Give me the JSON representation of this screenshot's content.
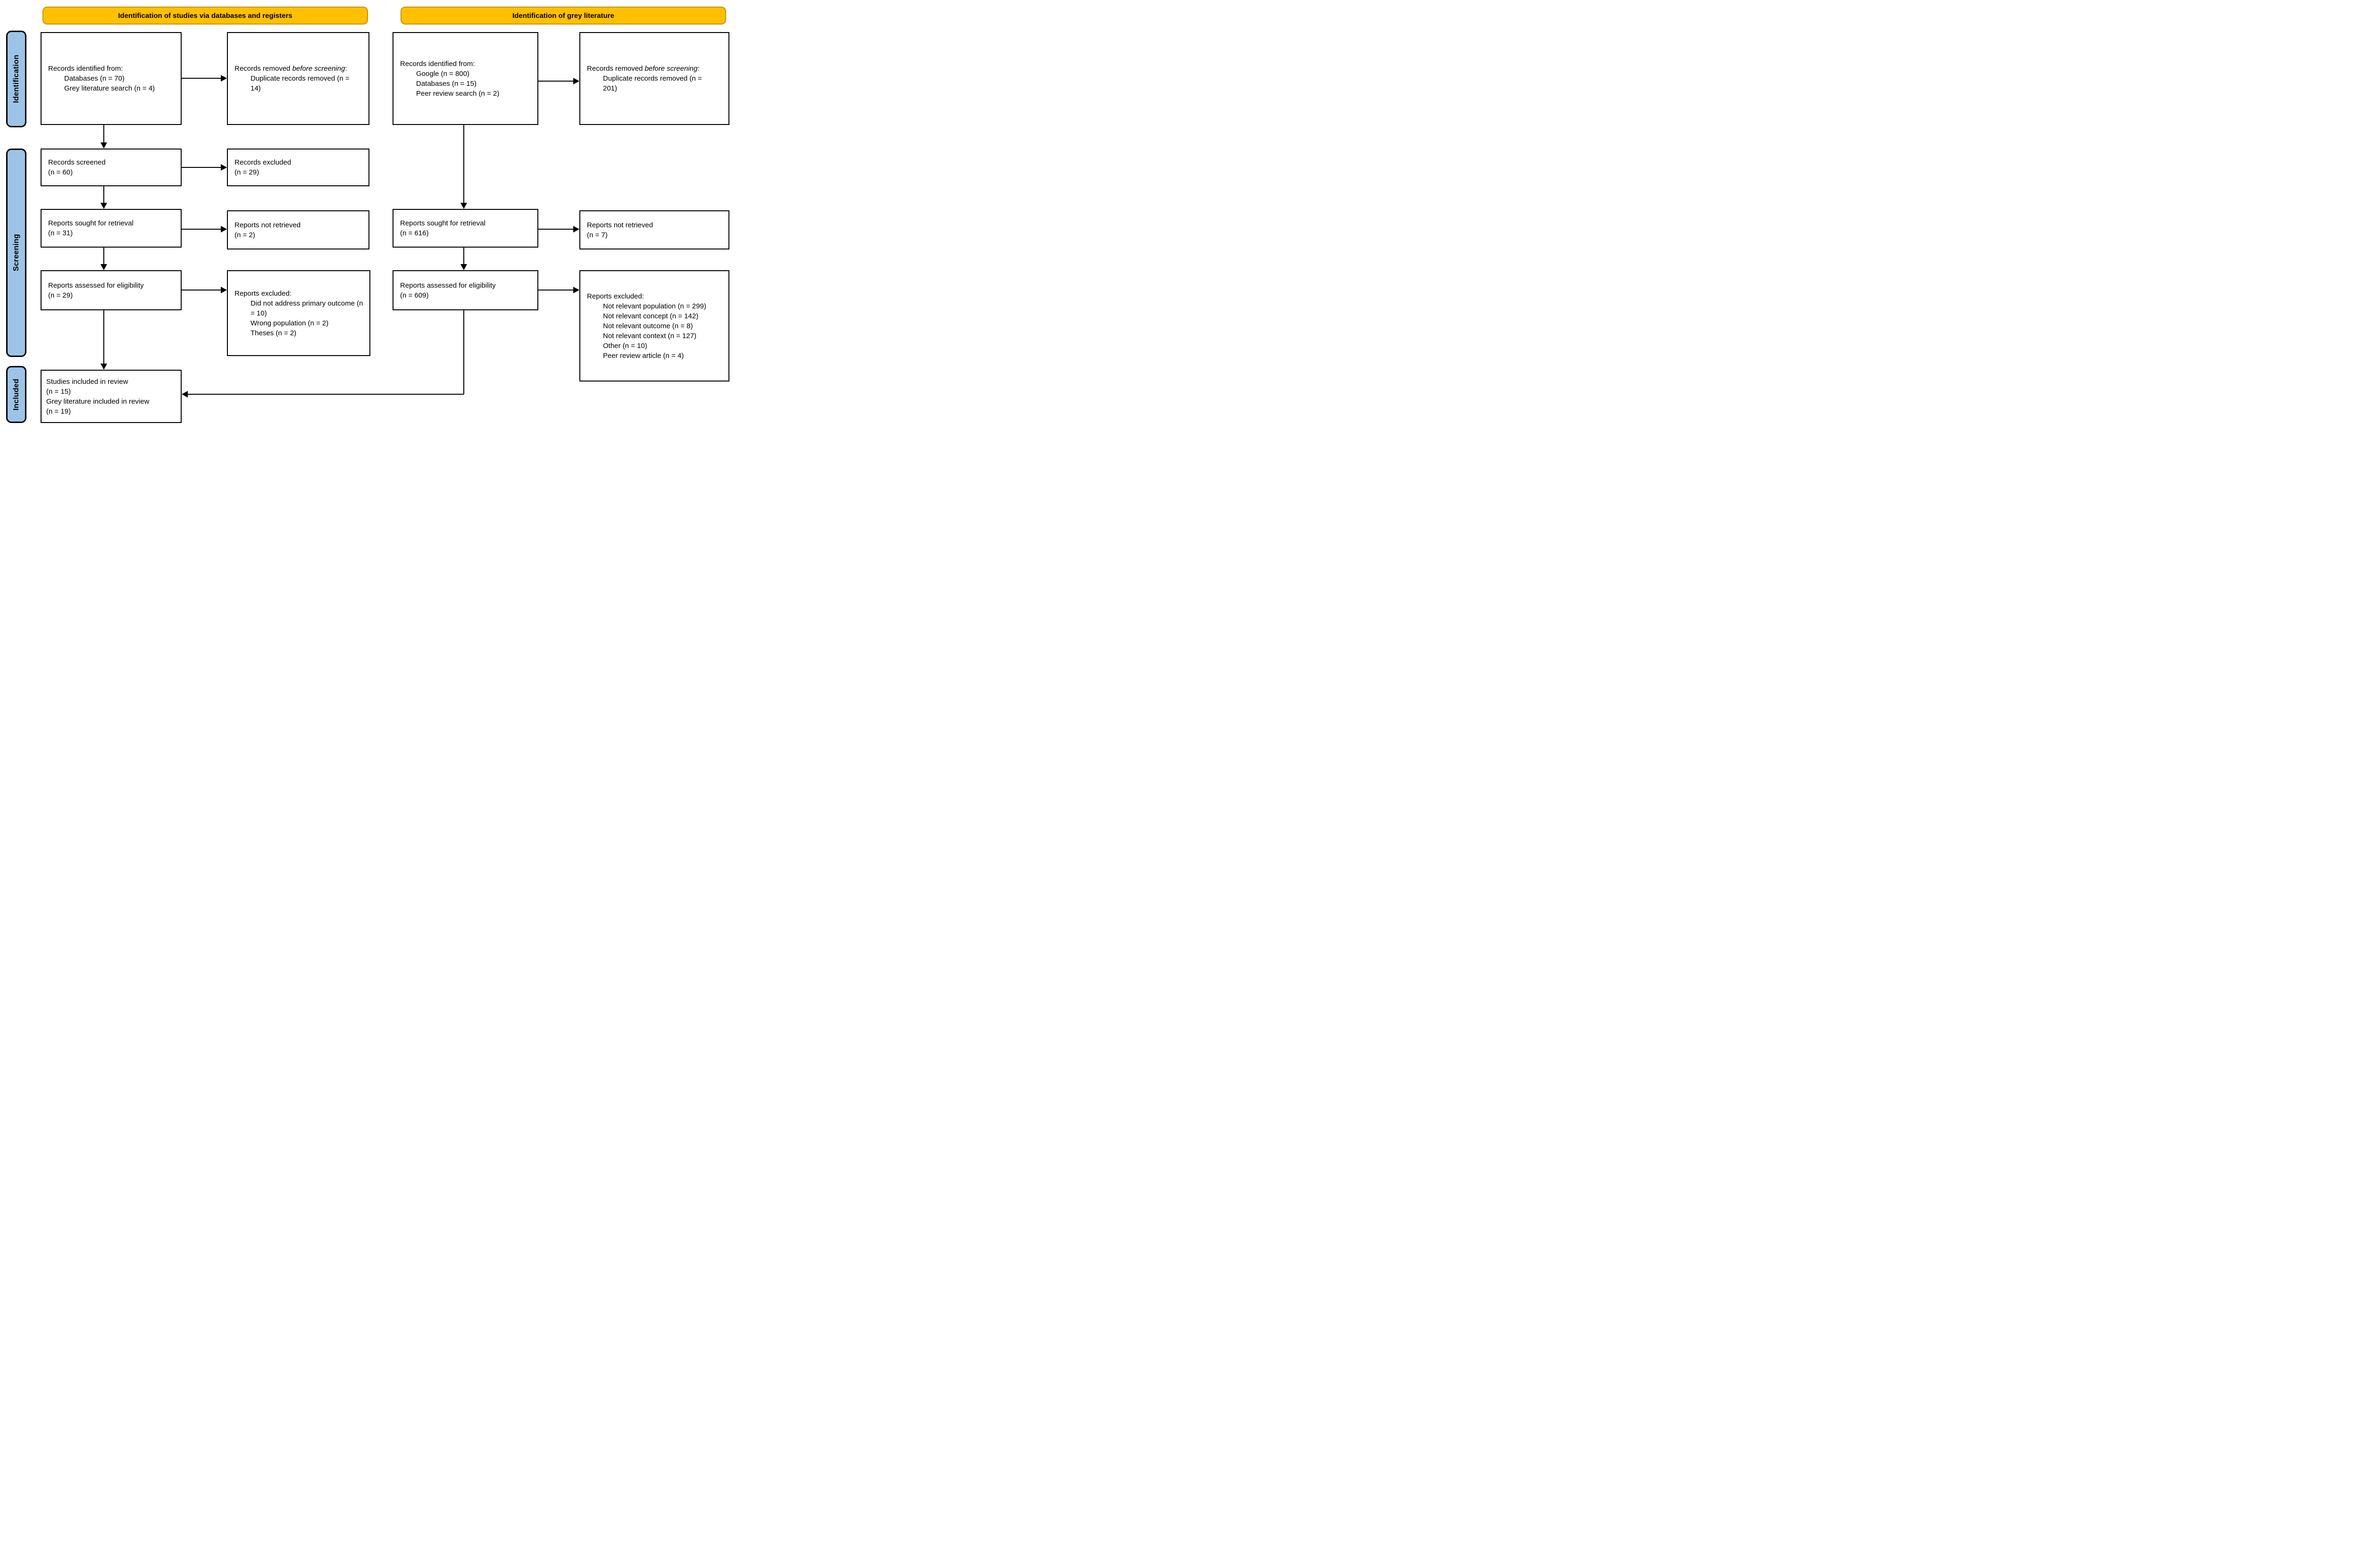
{
  "banners": {
    "databases": "Identification of studies via databases and registers",
    "grey": "Identification of grey literature"
  },
  "stages": {
    "identification": "Identification",
    "screening": "Screening",
    "included": "Included"
  },
  "colors": {
    "banner_fill": "#FFC000",
    "banner_border": "#C79100",
    "stage_fill": "#9DC3E6",
    "box_border": "#000000",
    "background": "#FFFFFF"
  },
  "left_flow": {
    "records_identified": {
      "title": "Records identified from:",
      "items": [
        "Databases (n = 70)",
        "Grey literature search (n = 4)"
      ]
    },
    "records_removed": {
      "prefix": "Records removed ",
      "italic": "before screening",
      "suffix": ":",
      "items": [
        "Duplicate records removed (n = 14)"
      ]
    },
    "records_screened": {
      "line1": "Records screened",
      "line2": "(n = 60)"
    },
    "records_excluded": {
      "line1": "Records excluded",
      "line2": "(n = 29)"
    },
    "reports_sought": {
      "line1": "Reports sought for retrieval",
      "line2": "(n = 31)"
    },
    "reports_not_retrieved": {
      "line1": "Reports not retrieved",
      "line2": "(n = 2)"
    },
    "reports_assessed": {
      "line1": "Reports assessed for eligibility",
      "line2": "(n = 29)"
    },
    "reports_excluded": {
      "title": "Reports excluded:",
      "items": [
        "Did not address primary outcome (n = 10)",
        "Wrong population (n = 2)",
        "Theses (n = 2)"
      ]
    },
    "included_box": {
      "lines": [
        "Studies included in review",
        "(n = 15)",
        "Grey literature included in review",
        "(n = 19)"
      ]
    }
  },
  "right_flow": {
    "records_identified": {
      "title": "Records identified from:",
      "items": [
        "Google (n = 800)",
        "Databases (n = 15)",
        "Peer review search (n = 2)"
      ]
    },
    "records_removed": {
      "prefix": "Records removed ",
      "italic": "before screening",
      "suffix": ":",
      "items": [
        "Duplicate records removed (n = 201)"
      ]
    },
    "reports_sought": {
      "line1": "Reports sought for retrieval",
      "line2": "(n = 616)"
    },
    "reports_not_retrieved": {
      "line1": "Reports not retrieved",
      "line2": "(n = 7)"
    },
    "reports_assessed": {
      "line1": "Reports assessed for eligibility",
      "line2": "(n = 609)"
    },
    "reports_excluded": {
      "title": "Reports excluded:",
      "items": [
        "Not relevant population (n = 299)",
        "Not relevant concept (n = 142)",
        "Not relevant outcome (n = 8)",
        "Not relevant context (n = 127)",
        "Other (n = 10)",
        "Peer review article (n = 4)"
      ]
    }
  }
}
